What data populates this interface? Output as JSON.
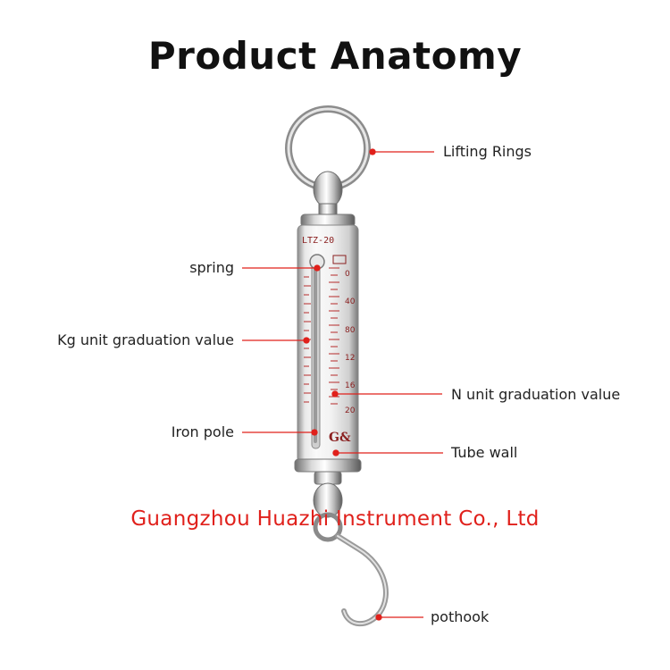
{
  "title": "Product Anatomy",
  "labels": {
    "lifting_rings": "Lifting Rings",
    "spring": "spring",
    "kg_unit": "Kg unit graduation value",
    "n_unit": "N unit graduation value",
    "iron_pole": "Iron pole",
    "tube_wall": "Tube wall",
    "pothook": "pothook"
  },
  "device_markings": {
    "model": "LTZ-20",
    "brand": "G&",
    "scale_ticks": [
      "0",
      "40",
      "80",
      "12",
      "16",
      "20"
    ]
  },
  "watermark": "Guangzhou Huazhi Instrument Co., Ltd",
  "colors": {
    "leader_line": "#e0201b",
    "marker_dot": "#e0201b",
    "watermark": "#e0201b",
    "metal_dark": "#7d7d7d",
    "metal_light": "#f4f4f4"
  }
}
